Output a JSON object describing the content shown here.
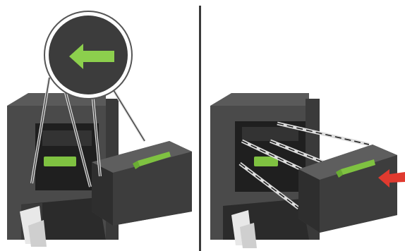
{
  "figure": {
    "steps": [
      {
        "name": "step-1-align-cartridge",
        "arrow_direction": "left"
      },
      {
        "name": "step-2-insert-cartridge",
        "arrow_direction": "left"
      }
    ],
    "colors": {
      "printer_body": "#4a4a4a",
      "printer_dark": "#2b2b2b",
      "printer_light": "#6b6b6b",
      "accent_green": "#7fc241",
      "insert_arrow_red": "#e03a2f",
      "callout_bg": "#3c3c3c",
      "callout_arrow": "#8ccf4d",
      "guide_line": "#222222",
      "divider": "#3a3a3a"
    },
    "icons": [
      "callout-left-arrow-icon",
      "insert-arrow-icon",
      "cartridge-handle-icon"
    ]
  }
}
